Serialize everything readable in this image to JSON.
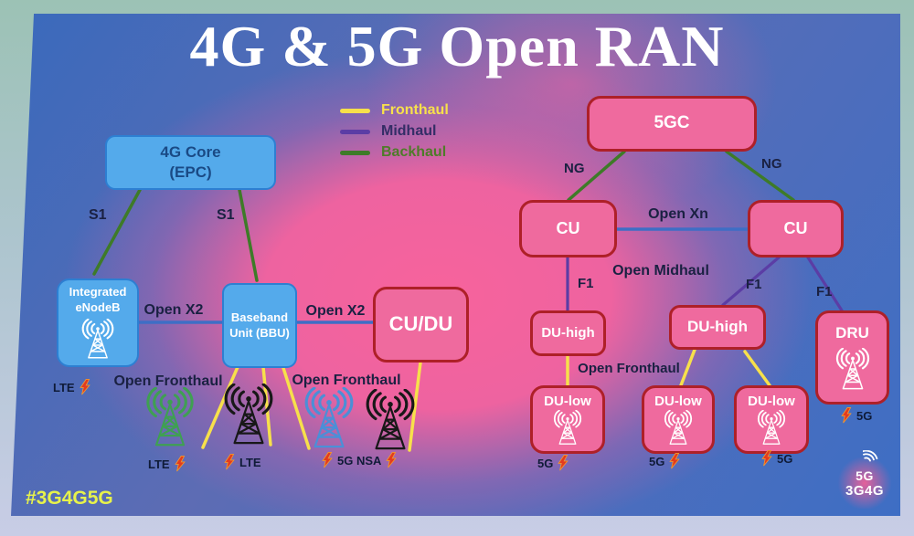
{
  "title": "4G & 5G Open RAN",
  "legend": [
    {
      "label": "Fronthaul",
      "color": "#f7e04b"
    },
    {
      "label": "Midhaul",
      "color": "#5b3da5"
    },
    {
      "label": "Backhaul",
      "color": "#3e7b28"
    }
  ],
  "nodes": {
    "core4g": {
      "line1": "4G Core",
      "line2": "(EPC)"
    },
    "enodeb": {
      "line1": "Integrated",
      "line2": "eNodeB"
    },
    "bbu": {
      "line1": "Baseband",
      "line2": "Unit (BBU)"
    },
    "cudu": {
      "label": "CU/DU"
    },
    "gc5": {
      "label": "5GC"
    },
    "cu_left": {
      "label": "CU"
    },
    "cu_right": {
      "label": "CU"
    },
    "du_high_left": {
      "label": "DU-high"
    },
    "du_high_right": {
      "label": "DU-high"
    },
    "dru": {
      "label": "DRU"
    },
    "du_low_1": {
      "label": "DU-low"
    },
    "du_low_2": {
      "label": "DU-low"
    },
    "du_low_3": {
      "label": "DU-low"
    }
  },
  "links": {
    "s1_left": "S1",
    "s1_right": "S1",
    "open_x2_left": "Open X2",
    "open_x2_right": "Open X2",
    "open_fronthaul_left": "Open Fronthaul",
    "open_fronthaul_mid": "Open Fronthaul",
    "open_fronthaul_right": "Open Fronthaul",
    "ng_left": "NG",
    "ng_right": "NG",
    "open_xn": "Open Xn",
    "open_midhaul": "Open Midhaul",
    "f1_left": "F1",
    "f1_mid": "F1",
    "f1_right": "F1"
  },
  "tags": {
    "enodeb": "LTE",
    "tower_green": "LTE",
    "tower_black1": "LTE",
    "tower_nsa": "5G NSA",
    "du_low_1": "5G",
    "du_low_2": "5G",
    "du_low_3": "5G",
    "dru": "5G"
  },
  "footer": {
    "hashtag": "#3G4G5G"
  },
  "logo": {
    "top": "5G",
    "bottom": "3G4G"
  },
  "icons": {
    "tower": "cell-tower-icon",
    "bolt": "lightning-bolt-icon",
    "swoosh": "signal-swoosh-icon"
  },
  "colors": {
    "fronthaul": "#f7e04b",
    "midhaul": "#5b3da5",
    "backhaul": "#3e7b28",
    "link_blue": "#3e6ec5",
    "node_blue_fill": "#54aaeb",
    "node_blue_border": "#2d7fd2",
    "node_pink_fill": "#ef6a9e",
    "node_pink_border": "#ae2028",
    "frame_top": "#9cc2b5",
    "frame_bottom": "#c8cde6"
  }
}
